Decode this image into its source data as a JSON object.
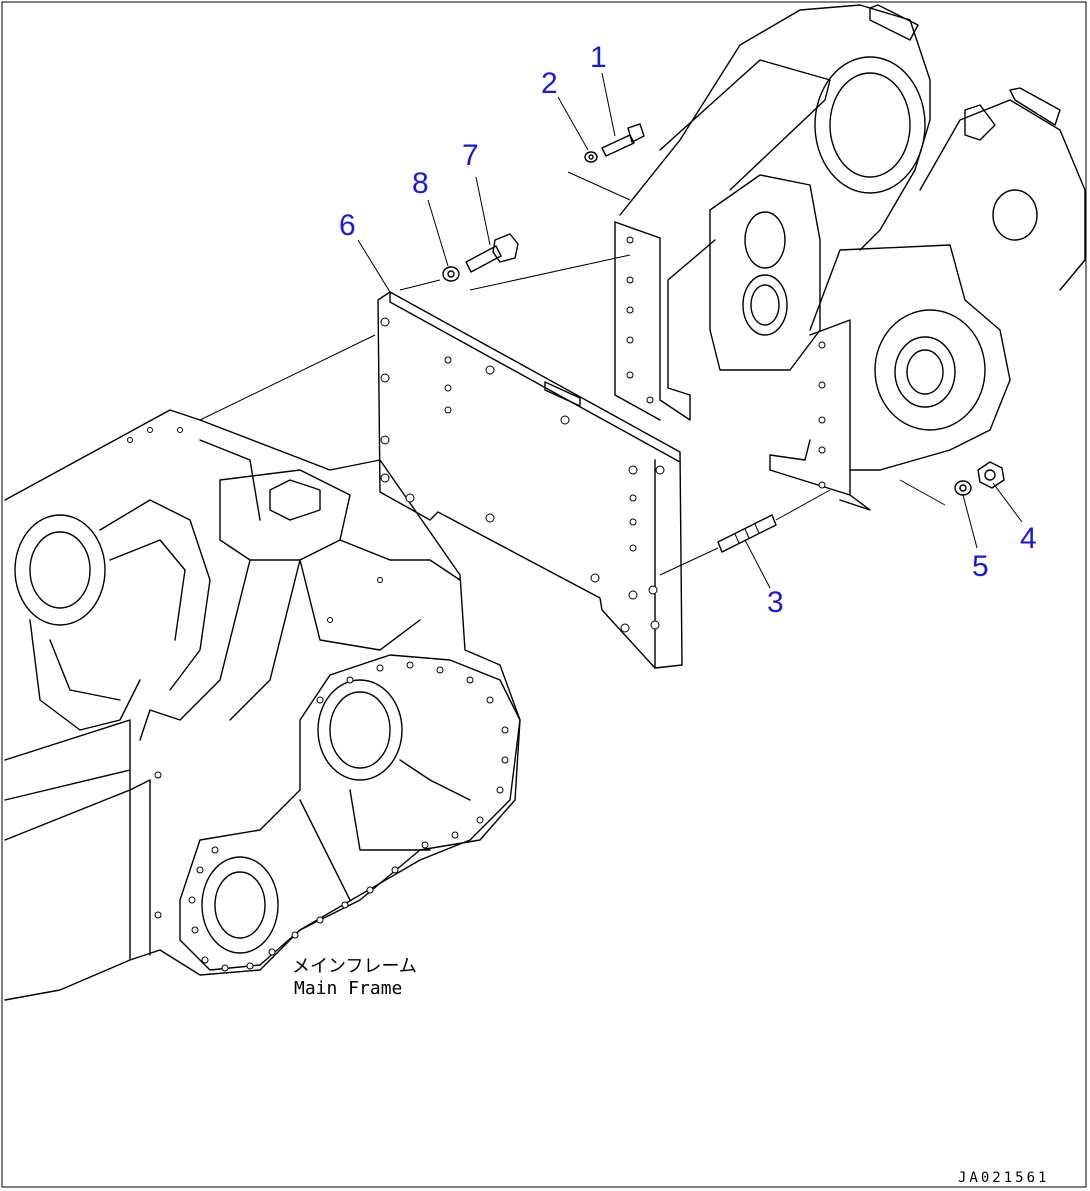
{
  "callouts": [
    {
      "id": "1",
      "label": "1"
    },
    {
      "id": "2",
      "label": "2"
    },
    {
      "id": "3",
      "label": "3"
    },
    {
      "id": "4",
      "label": "4"
    },
    {
      "id": "5",
      "label": "5"
    },
    {
      "id": "6",
      "label": "6"
    },
    {
      "id": "7",
      "label": "7"
    },
    {
      "id": "8",
      "label": "8"
    }
  ],
  "frame_label_jp": "メインフレーム",
  "frame_label_en": "Main Frame",
  "drawing_code": "JA021561",
  "colors": {
    "callout": "#1a1adc",
    "line": "#000000",
    "background": "#ffffff"
  }
}
